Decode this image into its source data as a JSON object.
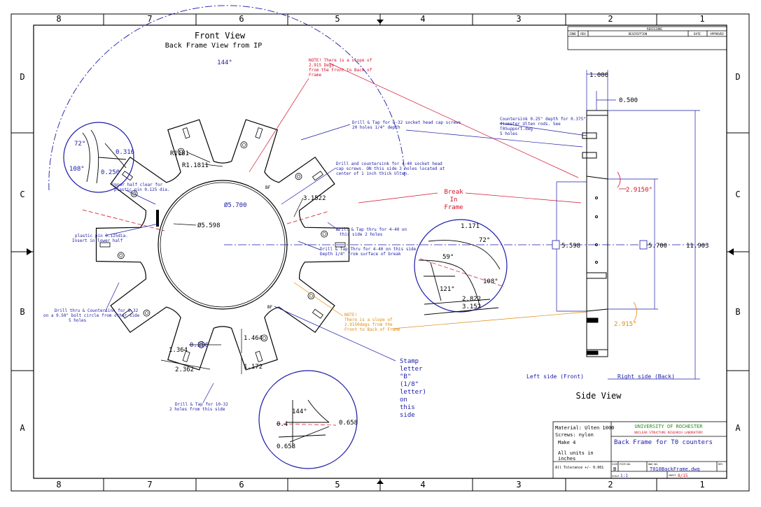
{
  "border": {
    "columns": [
      "8",
      "7",
      "6",
      "5",
      "4",
      "3",
      "2",
      "1"
    ],
    "rows": [
      "D",
      "C",
      "B",
      "A"
    ]
  },
  "front_view": {
    "title": "Front View",
    "subtitle": "Back Frame View from IP",
    "angle_144": "144°",
    "r1181": "R1181",
    "r11811": "R1.1811",
    "d5700": "Ø5.700",
    "d5598": "Ø5.598",
    "d3_1522": "3.1522",
    "bf_top": "BF",
    "bf_bottom": "BF",
    "dim_1364": "1.364",
    "dim_0296": "0.296",
    "dim_2362": "2.362",
    "dim_1464": "1.464",
    "dim_1172": "1.172"
  },
  "detail_left": {
    "a72": "72°",
    "d0316": "0.316",
    "a108": "108°",
    "d0250": "0.250"
  },
  "detail_right": {
    "d1171": "1.171",
    "a72": "72°",
    "a59": "59°",
    "a121": "121°",
    "a108": "108°",
    "d2822": "2.822",
    "d3152": "3.152"
  },
  "detail_bottom": {
    "a144": "144°",
    "d04": "0.4",
    "d0658a": "0.658",
    "d0658b": "0.658"
  },
  "notes": {
    "slope_top": [
      "NOTE! There is a slope of",
      "2.915 Degs",
      "from the Front to Back of",
      "Frame"
    ],
    "drill_tap_832": [
      "Drill & Tap for 8-32 socket head cap screws",
      "20 holes 1/4\" depth"
    ],
    "drill_counter_440": [
      "Drill and countersink for 4-40 socket head",
      "cap screws. ON this side 3 holes located at",
      "center of 1 inch thick Ulten."
    ],
    "upper_half": [
      "Upper half clear for",
      "plastic pin 0.125 dia."
    ],
    "plastic_pin": [
      "plastic pin 0.125dia.",
      "Insert in lower half"
    ],
    "drill_thru_440a": [
      "Drill & Tap thru for 4-40 on",
      "this side 2 holes"
    ],
    "drill_thru_440b": [
      "Drill & Tap Thru for 4-40 on this side.",
      "Depth 1/4\" from surface of break"
    ],
    "drill_counter_832": [
      "Drill thru & Countersink for 8-32",
      "on a 9.50\" bolt circle from other side",
      "5 holes"
    ],
    "slope_bottom": [
      "NOTE!",
      "There is a slope of",
      "2.9150degs from the",
      "Front to Back of Frame"
    ],
    "drill_tap_1032": [
      "Drill & Tap for 10-32",
      "2 holes from this side"
    ],
    "break": [
      "Break",
      "In",
      "Frame"
    ],
    "stamp": [
      "Stamp",
      "letter",
      "\"B\"",
      "(1/8\"",
      "letter)",
      "on",
      "this",
      "side"
    ],
    "countersink": [
      "Countersink 0.25\" depth for 0.375\"",
      "diameter Ulten rods. See",
      "T0Support.dwg",
      "5 holes"
    ]
  },
  "side_view": {
    "title": "Side View",
    "d1000": "1.000",
    "d0500": "0.500",
    "a2915_top": "2.9150°",
    "a2915_bottom": "2.915°",
    "d5598": "5.598",
    "d5700": "5.700",
    "d11903": "11.903",
    "left_label": "Left side (Front)",
    "right_label": "Right side (Back)"
  },
  "revisions": {
    "title": "REVISIONS",
    "cols": [
      "ZONE",
      "REV",
      "DESCRIPTION",
      "DATE",
      "APPROVED"
    ]
  },
  "title_block": {
    "material": "Material: Ulten 1000",
    "screws": "Screws: nylon",
    "make": "Make 4",
    "units1": "All units in",
    "units2": "inches",
    "tolerance": "All Tolerance +/- 0.001",
    "university": "UNIVERSITY OF ROCHESTER",
    "lab": "NUCLEAR STRUCTURE RESEARCH LABORATORY",
    "drawing_title": "Back Frame for T0 counters",
    "size_label": "SIZE",
    "fscm_label": "FSCM NO.",
    "dwg_label": "DWG NO.",
    "rev_label": "REV",
    "size_val": "B",
    "dwg_val": "T010BackFrame.dwg",
    "scale_label": "SCALE",
    "scale_val": "1:1",
    "sheet_label": "SHEET",
    "sheet_val": "8/15"
  }
}
